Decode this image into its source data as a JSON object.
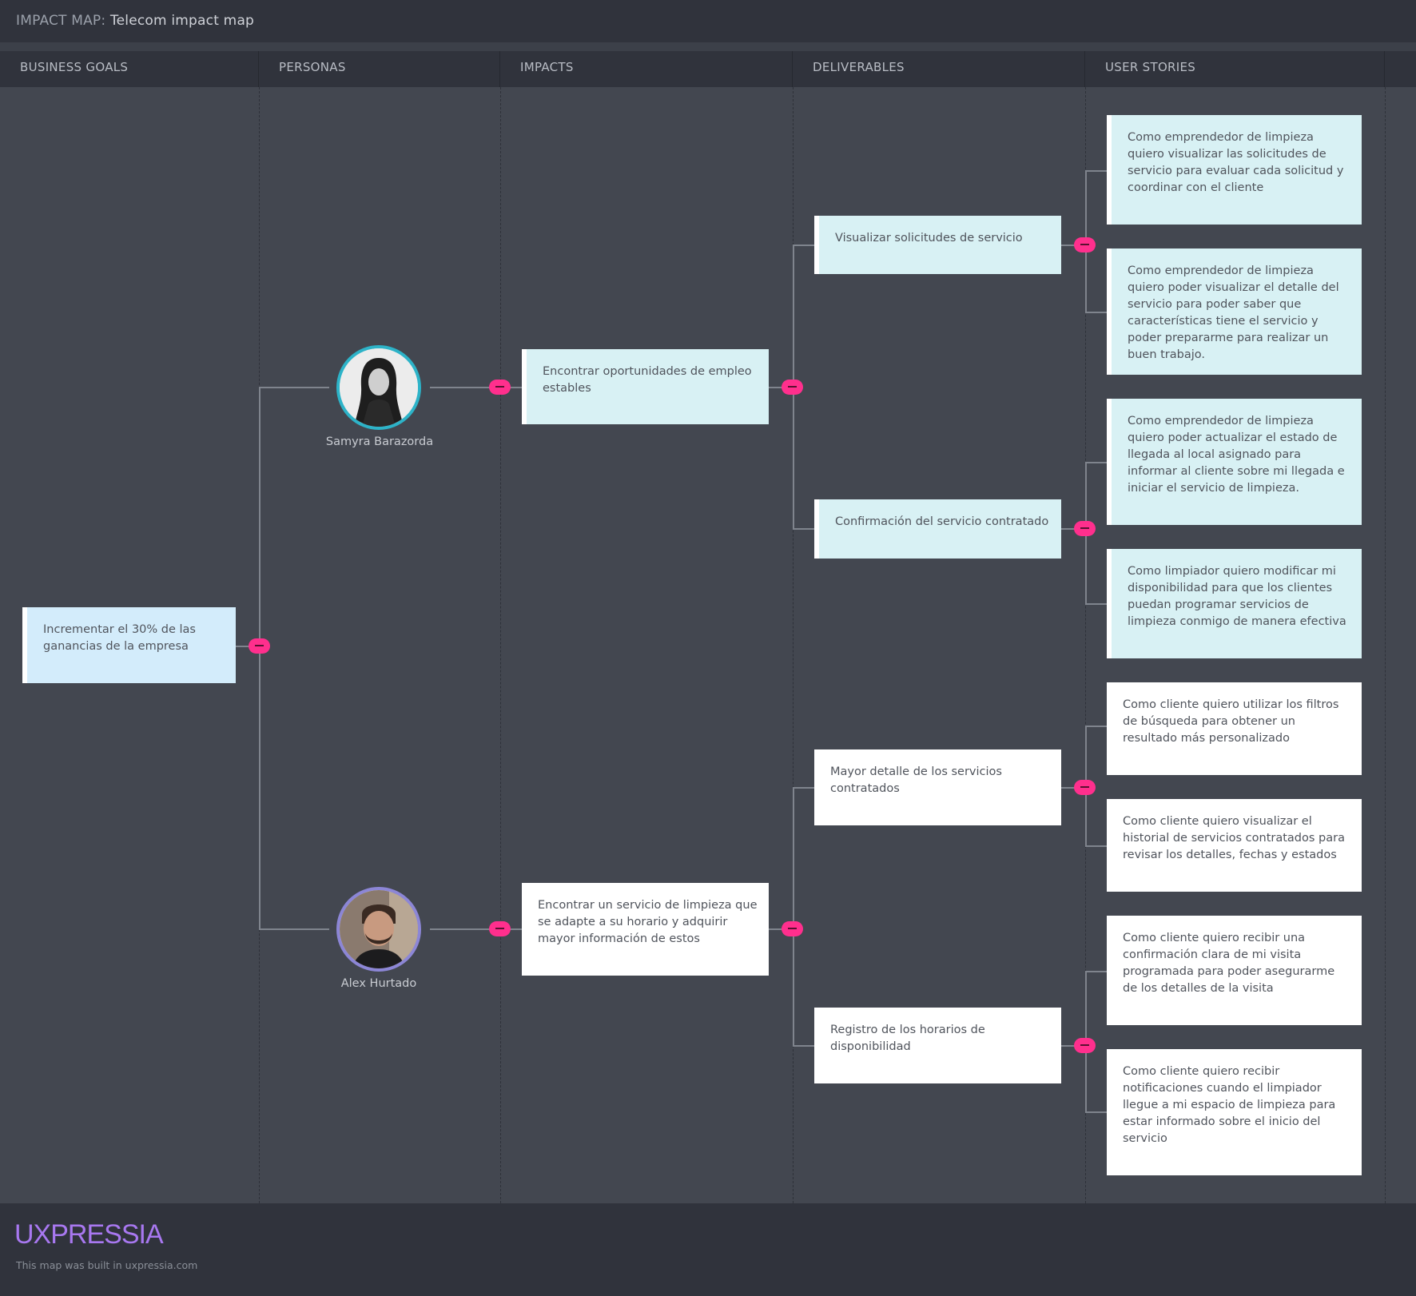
{
  "header": {
    "label": "IMPACT MAP:",
    "title": "Telecom impact map"
  },
  "columns": [
    "BUSINESS GOALS",
    "PERSONAS",
    "IMPACTS",
    "DELIVERABLES",
    "USER STORIES"
  ],
  "colors": {
    "goal": "#d3ecfb",
    "cyan_card": "#d8f1f4",
    "white_card": "#ffffff",
    "toggle": "#ff2f8d",
    "persona1_ring": "#2db3c8",
    "persona2_ring": "#8c86d6",
    "logo": "#a878f0"
  },
  "goal": {
    "text": "Incrementar el 30% de las ganancias de la empresa"
  },
  "personas": [
    {
      "name": "Samyra Barazorda"
    },
    {
      "name": "Alex Hurtado"
    }
  ],
  "impacts": [
    {
      "text": "Encontrar oportunidades de empleo estables"
    },
    {
      "text": "Encontrar un servicio de limpieza que se adapte a su horario y adquirir mayor información de estos"
    }
  ],
  "deliverables": [
    {
      "text": "Visualizar solicitudes de servicio"
    },
    {
      "text": "Confirmación del servicio contratado"
    },
    {
      "text": "Mayor detalle de los servicios contratados"
    },
    {
      "text": "Registro de los horarios de disponibilidad"
    }
  ],
  "stories": [
    {
      "text": "Como emprendedor de limpieza quiero visualizar las solicitudes de servicio para evaluar cada solicitud y coordinar con el cliente"
    },
    {
      "text": "Como emprendedor de limpieza quiero poder visualizar el detalle del servicio para poder saber que características tiene el servicio y poder prepararme para realizar un buen trabajo."
    },
    {
      "text": "Como emprendedor de limpieza quiero poder actualizar el estado de llegada al local asignado para informar al cliente sobre mi llegada e iniciar el servicio de limpieza."
    },
    {
      "text": "Como limpiador quiero modificar mi disponibilidad para que los clientes puedan programar servicios de limpieza conmigo de manera efectiva"
    },
    {
      "text": "Como cliente quiero utilizar los filtros de búsqueda para obtener un resultado más personalizado"
    },
    {
      "text": "Como cliente quiero visualizar el historial de servicios contratados para revisar los detalles, fechas y estados"
    },
    {
      "text": "Como cliente quiero recibir una confirmación clara de mi visita programada para poder asegurarme de los detalles de la visita"
    },
    {
      "text": "Como cliente quiero recibir notificaciones cuando el limpiador llegue a mi espacio de limpieza para estar informado sobre el inicio del servicio"
    }
  ],
  "footer": {
    "logo": "UXPRESSIA",
    "note": "This map was built in uxpressia.com"
  }
}
